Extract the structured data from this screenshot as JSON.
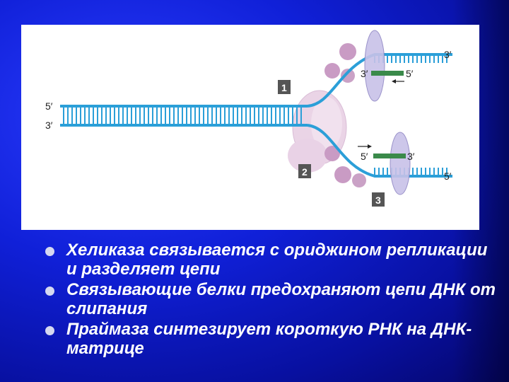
{
  "diagram": {
    "labels": {
      "left_top_5": "5′",
      "left_bottom_3": "3′",
      "upper_right_3": "3′",
      "upper_primer_3": "3′",
      "upper_primer_5": "5′",
      "lower_primer_5": "5′",
      "lower_primer_3": "3′",
      "lower_right_5": "5′"
    },
    "boxes": [
      "1",
      "2",
      "3"
    ],
    "colors": {
      "strand": "#2b9fd8",
      "primer": "#3a8a4a",
      "helicase": "#e6c8e0",
      "binding_protein": "#c792c0",
      "primase": "#c8c2e8",
      "box": "#555555"
    }
  },
  "bullets": [
    "Хеликаза связывается с ориджином репликации и разделяет цепи",
    "Связывающие белки предохраняют цепи ДНК от слипания",
    "Праймаза синтезирует короткую РНК на ДНК- матрице"
  ]
}
